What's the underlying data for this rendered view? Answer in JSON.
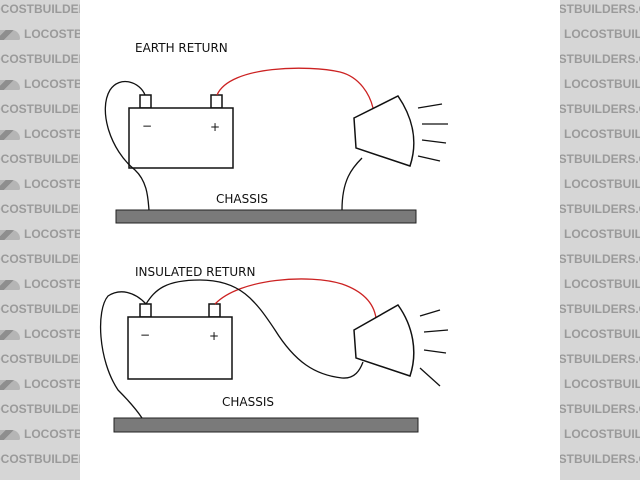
{
  "watermark": {
    "text": "LOCOSTBUILDERS.CO.UK"
  },
  "top": {
    "title": "EARTH RETURN",
    "chassis_label": "CHASSIS"
  },
  "bottom": {
    "title": "INSULATED RETURN",
    "chassis_label": "CHASSIS"
  },
  "battery": {
    "neg_symbol": "−",
    "pos_symbol": "+"
  },
  "colors": {
    "positive_wire": "#cc2222",
    "chassis": "#7a7a7a",
    "wire": "#111111"
  }
}
